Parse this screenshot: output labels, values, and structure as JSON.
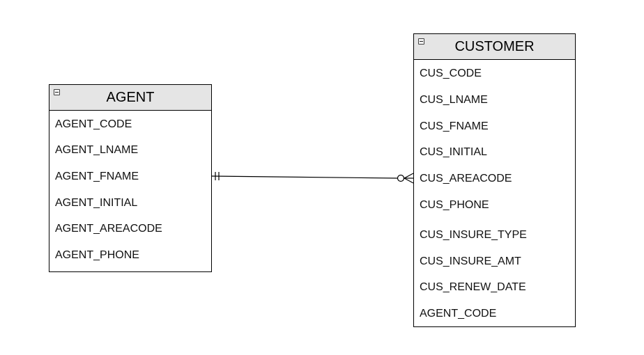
{
  "entities": {
    "agent": {
      "title": "AGENT",
      "attributes": [
        "AGENT_CODE",
        "AGENT_LNAME",
        "AGENT_FNAME",
        "AGENT_INITIAL",
        "AGENT_AREACODE",
        "AGENT_PHONE"
      ]
    },
    "customer": {
      "title": "CUSTOMER",
      "attributes": [
        "CUS_CODE",
        "CUS_LNAME",
        "CUS_FNAME",
        "CUS_INITIAL",
        "CUS_AREACODE",
        "CUS_PHONE",
        "CUS_INSURE_TYPE",
        "CUS_INSURE_AMT",
        "CUS_RENEW_DATE",
        "AGENT_CODE"
      ]
    }
  },
  "relationship": {
    "from": "AGENT",
    "to": "CUSTOMER",
    "from_cardinality": "one-and-only-one",
    "to_cardinality": "zero-or-many"
  },
  "colors": {
    "header_fill": "#e5e5e5",
    "border": "#000000"
  },
  "icons": {
    "collapse": "collapse-icon"
  }
}
